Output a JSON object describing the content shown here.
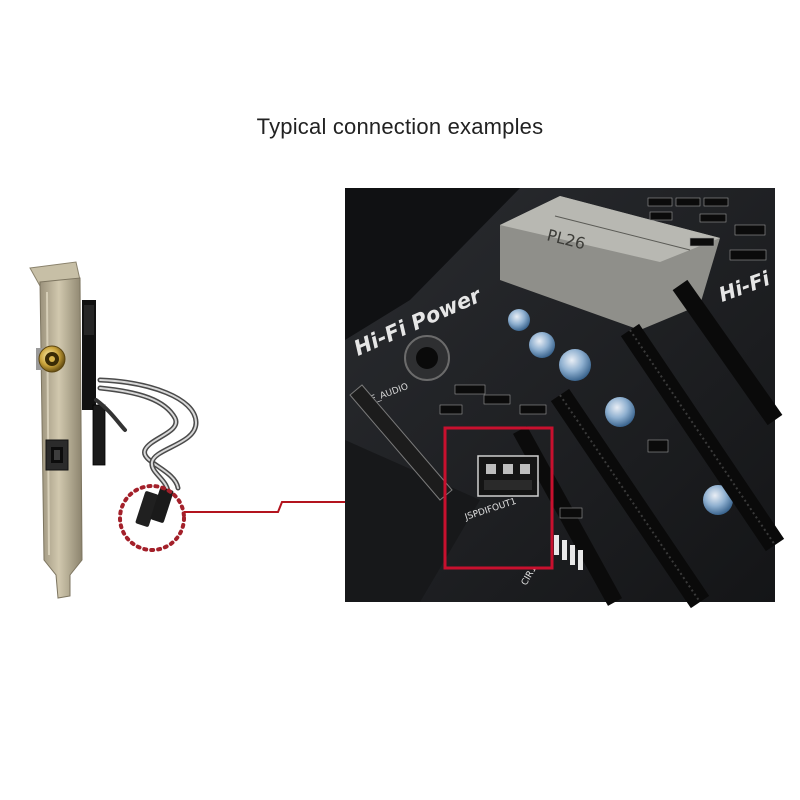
{
  "caption": "Typical connection examples",
  "board": {
    "brand_label": "Hi-Fi Power",
    "brand_label_right": "Hi-Fi",
    "connector_label": "JSPDIFOUT1",
    "header_label_left": "F_AUDIO",
    "header_label_right": "CIR1",
    "chip_text": "PL26"
  },
  "colors": {
    "highlight": "#c8102e",
    "board": "#1d1f22",
    "bracket": "#b7ad93"
  }
}
